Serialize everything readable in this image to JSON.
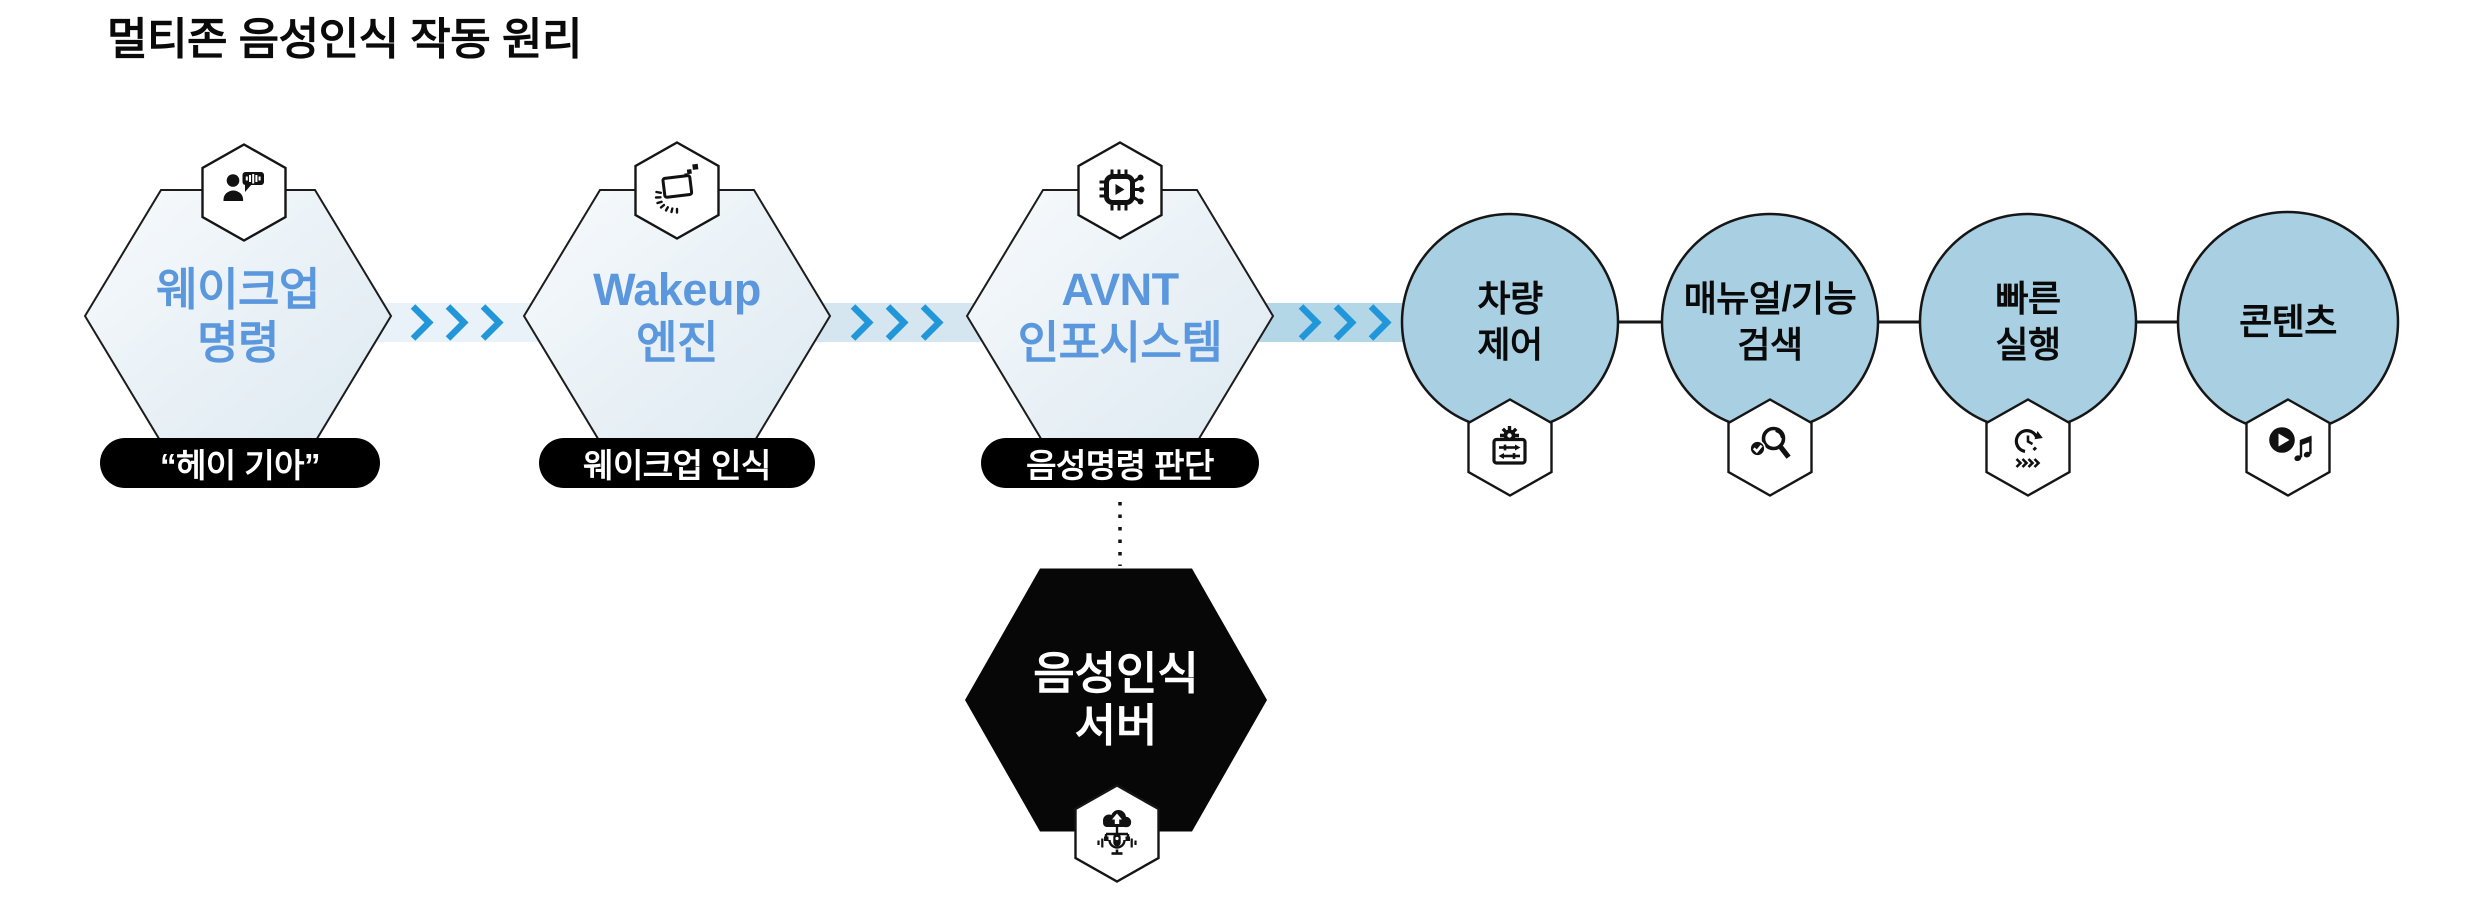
{
  "title": "멀티존 음성인식 작동 원리",
  "colors": {
    "accent_blue_text": "#5b97dd",
    "chevron_blue": "#2196d8",
    "circle_fill": "#a9d0e2",
    "band1": "#e9f2f8",
    "band2": "#d5e6f1",
    "band3": "#b4d7e8",
    "ink": "#0a0a0a"
  },
  "flow": [
    {
      "line1": "웨이크업",
      "line2": "명령",
      "pill": "“헤이 기아”",
      "icon": "person-speech-icon"
    },
    {
      "line1": "Wakeup",
      "line2": "엔진",
      "pill": "웨이크업 인식",
      "icon": "screen-wake-icon"
    },
    {
      "line1": "AVNT",
      "line2": "인포시스템",
      "pill": "음성명령 판단",
      "icon": "media-chip-icon"
    }
  ],
  "server": {
    "line1": "음성인식",
    "line2": "서버",
    "icon": "cloud-mic-icon"
  },
  "results": [
    {
      "line1": "차량",
      "line2": "제어",
      "icon": "vehicle-control-icon"
    },
    {
      "line1": "매뉴얼/기능",
      "line2": "검색",
      "icon": "search-check-icon"
    },
    {
      "line1": "빠른",
      "line2": "실행",
      "icon": "fast-execute-icon"
    },
    {
      "line1": "콘텐츠",
      "line2": "",
      "icon": "play-music-icon"
    }
  ]
}
